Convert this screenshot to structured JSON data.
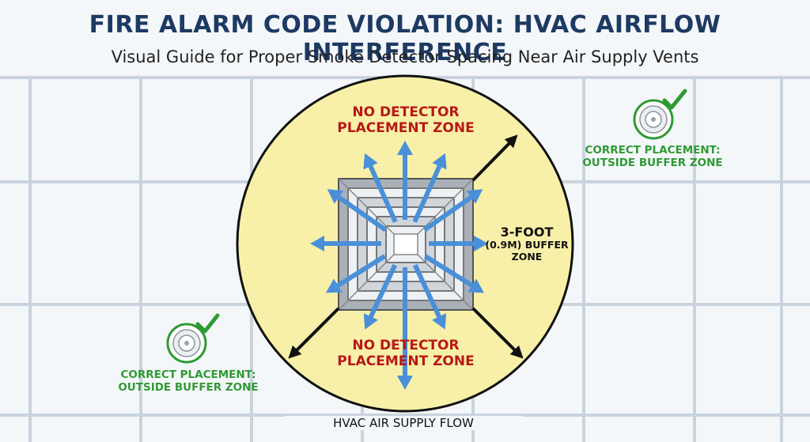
{
  "header": {
    "title": "FIRE ALARM CODE VIOLATION: HVAC AIRFLOW INTERFERENCE",
    "subtitle": "Visual Guide for Proper Smoke Detector Spacing Near Air Supply Vents"
  },
  "zones": {
    "top_line1": "NO DETECTOR",
    "top_line2": "PLACEMENT ZONE",
    "bottom_line1": "NO DETECTOR",
    "bottom_line2": "PLACEMENT ZONE"
  },
  "buffer": {
    "line1": "3-FOOT",
    "line2": "(0.9M) BUFFER",
    "line3": "ZONE"
  },
  "correct_placement": {
    "line1": "CORRECT PLACEMENT:",
    "line2": "OUTSIDE BUFFER ZONE"
  },
  "flow_label": "HVAC AIR SUPPLY FLOW",
  "icons": {
    "detector": "smoke-detector-icon",
    "check": "checkmark-icon",
    "arrow": "airflow-arrow-icon"
  },
  "colors": {
    "title": "#1d3a63",
    "buffer_zone_fill": "#f8f0a8",
    "violation_text": "#b81818",
    "correct_text": "#2f9a33",
    "airflow_arrow": "#4a90d9"
  }
}
